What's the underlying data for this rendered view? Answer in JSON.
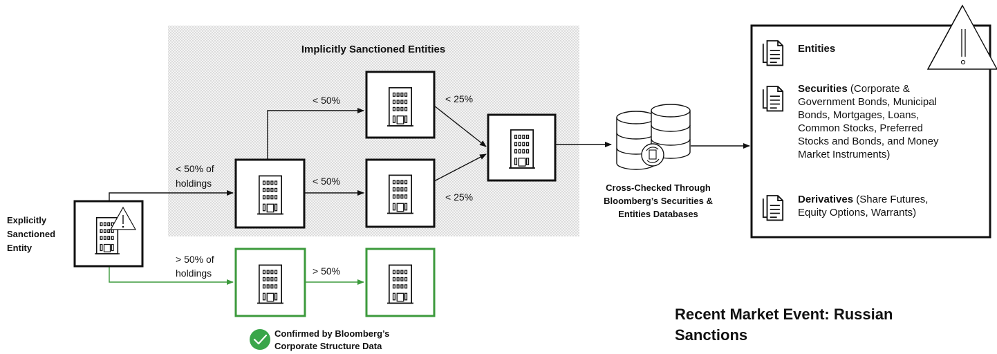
{
  "diagram": {
    "shaded_region_title": "Implicitly Sanctioned Entities",
    "explicit_entity_label": [
      "Explicitly",
      "Sanctioned",
      "Entity"
    ],
    "edges": {
      "to_top_mid": "< 50%",
      "top_to_final": "< 25%",
      "root_to_mid_line1": "< 50% of",
      "root_to_mid_line2": "holdings",
      "mid_to_mid2": "< 50%",
      "mid2_to_final": "< 25%",
      "root_to_green_line1": "> 50% of",
      "root_to_green_line2": "holdings",
      "green_to_green2": "> 50%"
    },
    "database_caption": [
      "Cross-Checked Through",
      "Bloomberg’s Securities &",
      "Entities Databases"
    ],
    "confirmed_caption": [
      "Confirmed by Bloomberg’s",
      "Corporate Structure Data"
    ],
    "colors": {
      "green": "#3c9a3c",
      "check": "#3aa64a",
      "dot_bg": "#eaeaea"
    }
  },
  "panel": {
    "entities_label": "Entities",
    "securities_label": "Securities",
    "securities_detail": "(Corporate & Government Bonds, Municipal Bonds, Mortgages, Loans, Common Stocks, Preferred Stocks and Bonds, and Money Market Instruments)",
    "derivatives_label": "Derivatives",
    "derivatives_detail": "(Share Futures, Equity Options, Warrants)"
  },
  "title": "Recent Market Event: Russian Sanctions"
}
